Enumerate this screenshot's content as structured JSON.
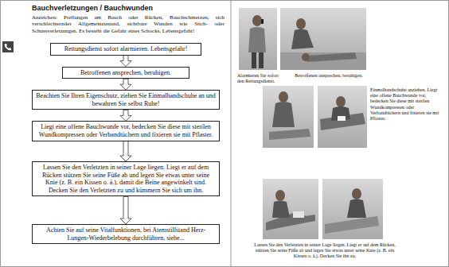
{
  "diagram": {
    "title": "Bauchverletzungen / Bauchwunden",
    "nodes": [
      {
        "text": [
          "Rettungsdienst sofort alarmieren. Lebensgefahr!"
        ]
      },
      {
        "text": [
          "Betroffenen ansprechen, beruhigen."
        ]
      },
      {
        "text": [
          "Beachten Sie Ihren Eigenschutz, ziehen Sie Einmalhandschuhe an und bewahren Sie selbst Ruhe!"
        ]
      },
      {
        "text": [
          "Liegt eine offene Bauchwunde vor, bedecken Sie diese mit sterilen Wundkompressen oder Verbandtüchern und fixieren sie mit Pflaster."
        ]
      },
      {
        "text": [
          "Lassen Sie den Verletzten in seiner Lage liegen. Liegt er auf dem Rücken stützen Sie seine Füße ab und legen Sie etwas unter seine Knie (z. B. ein Kissen o. ä.), damit die Beine angewinkelt sind. Decken Sie den Verletzten zu und kümmern Sie sich um ihn."
        ]
      },
      {
        "text": [
          "Achten Sie auf seine Vitalfunktionen, bei Atemstillstand Herz-Lungen-Wiederbelebung durchführen, siehe..."
        ]
      }
    ],
    "edges": [
      {
        "from": 0,
        "to": 1,
        "arrow": "to"
      },
      {
        "from": 1,
        "to": 2,
        "arrow": "to"
      },
      {
        "from": 2,
        "to": 3,
        "arrow": "to"
      },
      {
        "from": 3,
        "to": 4,
        "arrow": "to"
      },
      {
        "from": 4,
        "to": 5,
        "arrow": "to"
      }
    ],
    "labels": [
      "Anzeichen: Prellungen am Bauch oder Rücken, Bauchschmerzen, sich verschlechternder Allgemeinzustand, sichtbare Wunden wie Stich- oder Schussverletzungen. Es besteht die Gefahr eines Schocks. Lebensgefahr!",
      "Alarmieren Sie sofort den Rettungsdienst.",
      "Betroffenen ansprechen, beruhigen.",
      "Einmalhandschuhe anziehen. Liegt eine offene Bauchwunde vor, bedecken Sie diese mit sterilen Wundkompressen oder Verbandtüchern und fixieren sie mit Pflaster.",
      "Lassen Sie den Verletzten in seiner Lage liegen. Liegt er auf dem Rücken, stützen Sie seine Füße ab und legen Sie etwas unter seine Knie (z. B. ein Kissen o. ä.). Decken Sie ihn zu."
    ]
  }
}
